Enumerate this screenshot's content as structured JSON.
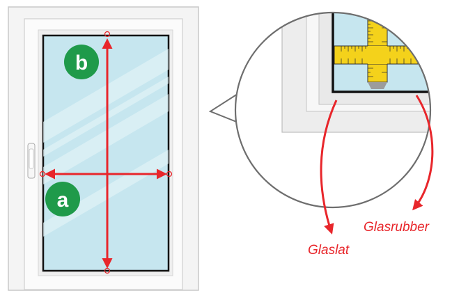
{
  "labels": {
    "width_marker": "a",
    "height_marker": "b",
    "glass_bead": "Glaslat",
    "glass_rubber": "Glasrubber"
  },
  "colors": {
    "arrow": "#e8262b",
    "badge": "#1f9a4a",
    "glass": "#c6e6ef",
    "frame": "#f4f4f4",
    "tape": "#f4d21b"
  },
  "icons": {
    "window_handle": "window-handle-icon",
    "measuring_tape": "measuring-tape-icon"
  }
}
